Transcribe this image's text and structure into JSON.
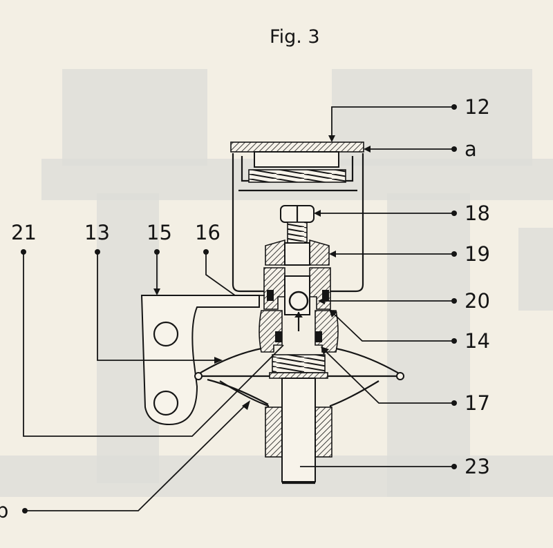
{
  "figure": {
    "title": "Fig. 3"
  },
  "labels": {
    "l12": "12",
    "la": "a",
    "l18": "18",
    "l19": "19",
    "l20": "20",
    "l14": "14",
    "l17": "17",
    "l23": "23",
    "l21": "21",
    "l13": "13",
    "l15": "15",
    "l16": "16",
    "lb": "b"
  },
  "colors": {
    "ink": "#151515",
    "paper": "#f3efe4",
    "ghost": "#dcdcd8"
  }
}
